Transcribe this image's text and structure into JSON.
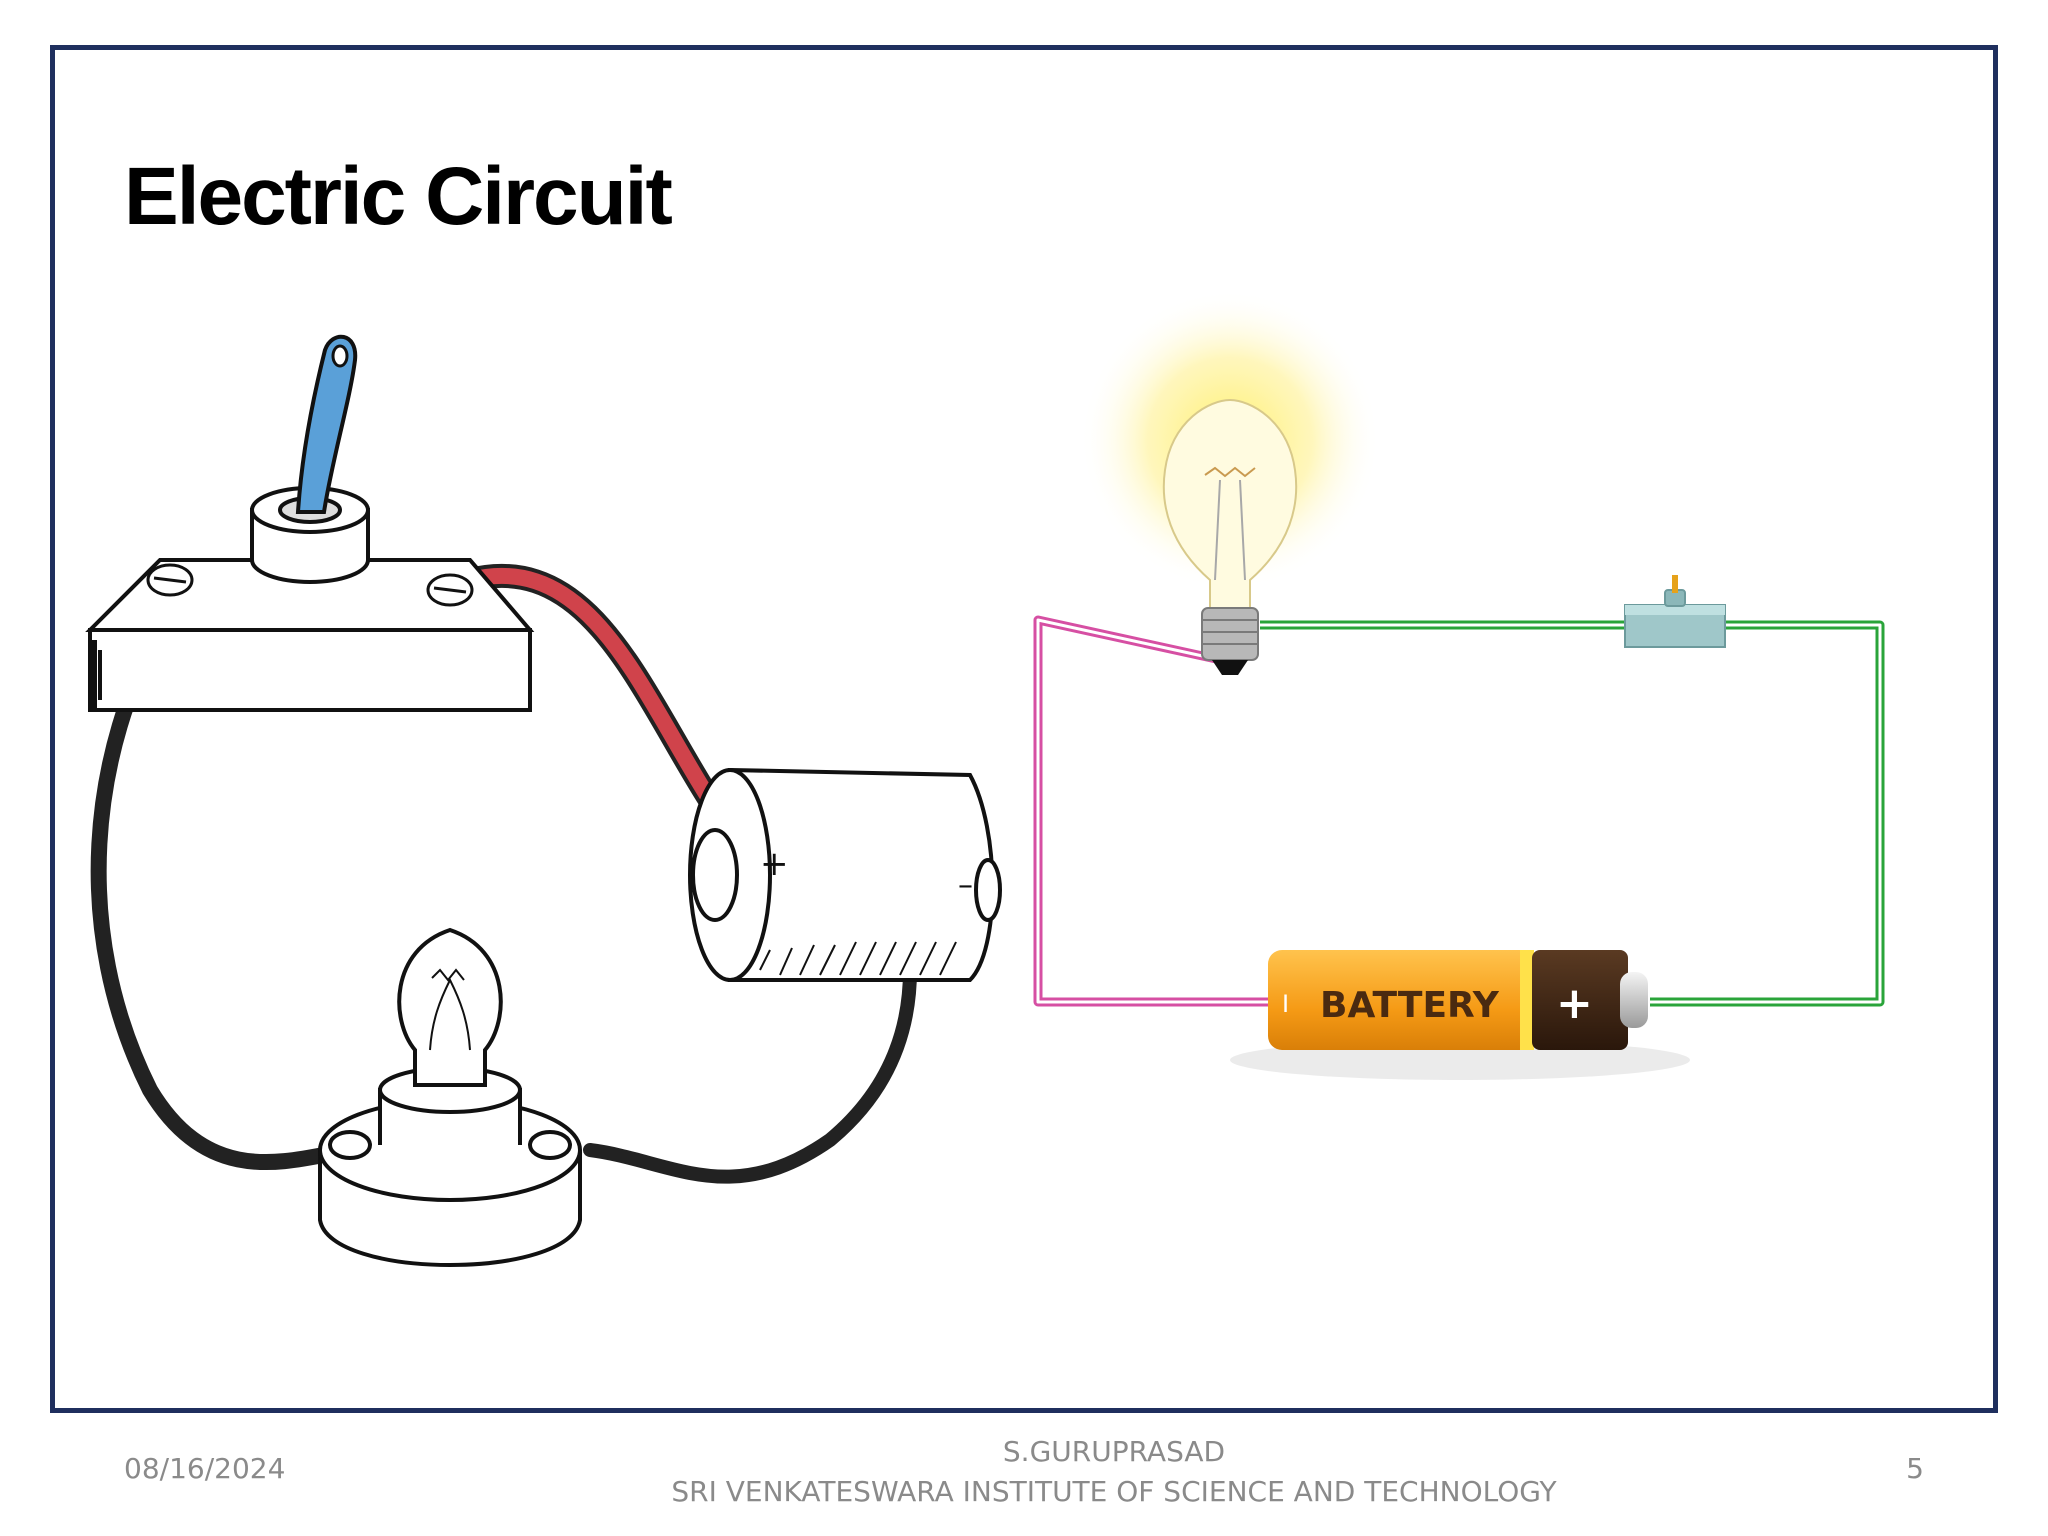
{
  "slide": {
    "title": "Electric Circuit",
    "footer": {
      "date": "08/16/2024",
      "author": "S.GURUPRASAD",
      "institution": "SRI VENKATESWARA INSTITUTE OF SCIENCE AND TECHNOLOGY",
      "page_number": "5"
    }
  },
  "illustrations": {
    "left": {
      "plus_sign": "+",
      "minus_sign": "–"
    },
    "right": {
      "battery_label": "BATTERY",
      "battery_plus": "+",
      "battery_minus": "I"
    }
  },
  "colors": {
    "frame": "#1f2f5e",
    "red_wire": "#d0434b",
    "black_wire": "#222222",
    "switch_lever": "#5aa0d8",
    "pink_wire": "#d64fa3",
    "green_wire": "#2aa43a",
    "battery_body": "#f7a21b",
    "battery_cap": "#3a2416",
    "bulb_glow": "#fff06a",
    "switch_box": "#9fc7c9"
  }
}
